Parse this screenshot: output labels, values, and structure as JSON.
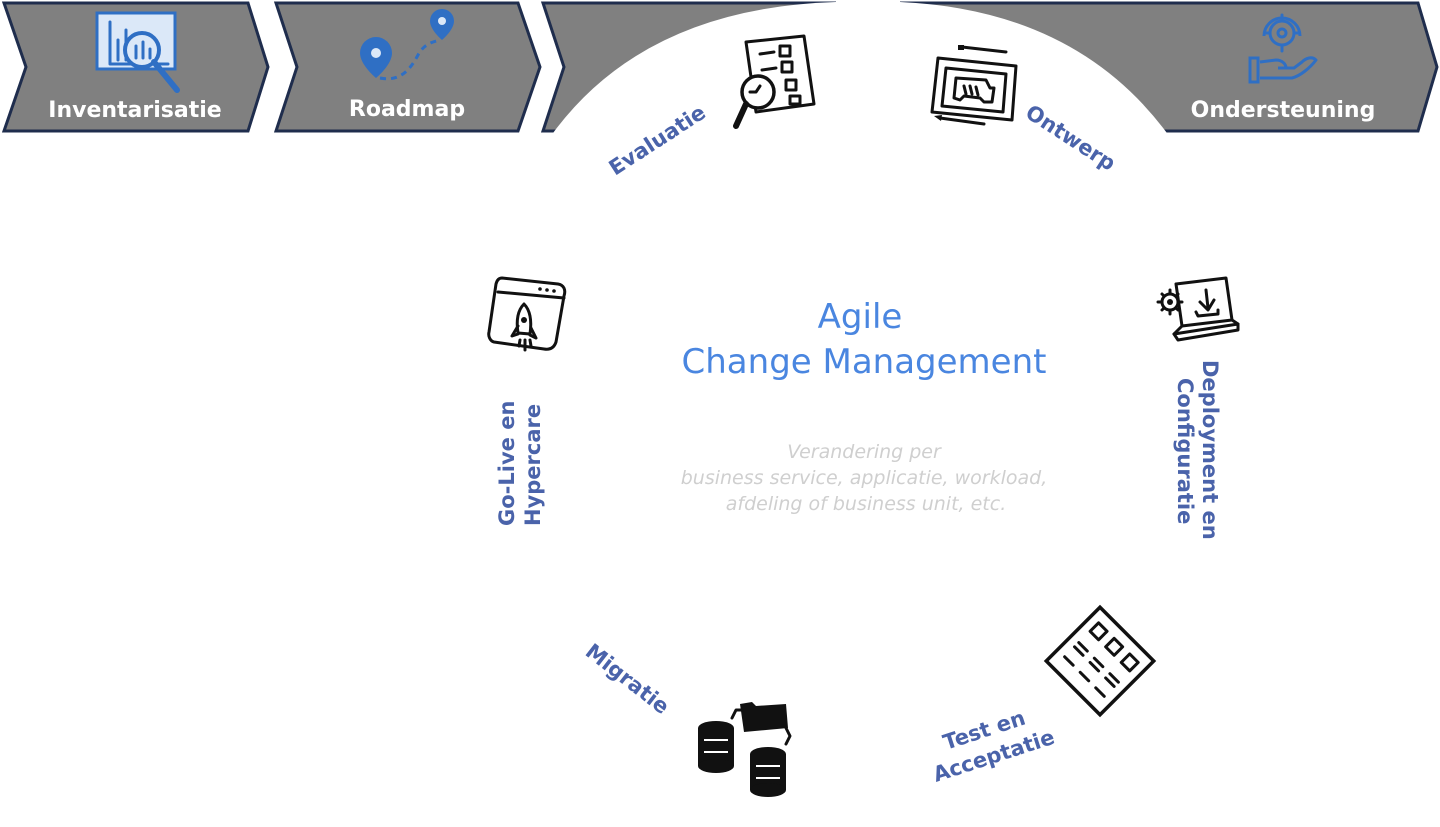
{
  "colors": {
    "chevron_fill": "#808080",
    "chevron_border": "#1f2d4d",
    "chevron_text": "#ffffff",
    "phase_label": "#4a63aa",
    "center_title": "#4a86e0",
    "center_subtitle": "#cfcfcf",
    "icon_blue": "#2f6fc4"
  },
  "chevrons": [
    {
      "label": "Inventarisatie",
      "icon": "chart-magnifier-icon"
    },
    {
      "label": "Roadmap",
      "icon": "map-route-icon"
    },
    {
      "label": "",
      "icon": ""
    },
    {
      "label": "Ondersteuning",
      "icon": "hand-gear-support-icon"
    }
  ],
  "cycle": {
    "title_line1": "Agile",
    "title_line2": "Change Management",
    "subtitle_line1": "Verandering per",
    "subtitle_line2": "business service, applicatie, workload,",
    "subtitle_line3": "afdeling of business unit, etc.",
    "phases": [
      {
        "label": "Evaluatie",
        "icon": "checklist-magnifier-icon"
      },
      {
        "label": "Ontwerp",
        "icon": "blueprint-icon"
      },
      {
        "label_line1": "Deployment en",
        "label_line2": "Configuratie",
        "icon": "laptop-gear-download-icon"
      },
      {
        "label_line1": "Test en",
        "label_line2": "Acceptatie",
        "icon": "test-checklist-icon"
      },
      {
        "label": "Migratie",
        "icon": "database-transfer-icon"
      },
      {
        "label_line1": "Go-Live en",
        "label_line2": "Hypercare",
        "icon": "browser-rocket-icon"
      }
    ]
  }
}
